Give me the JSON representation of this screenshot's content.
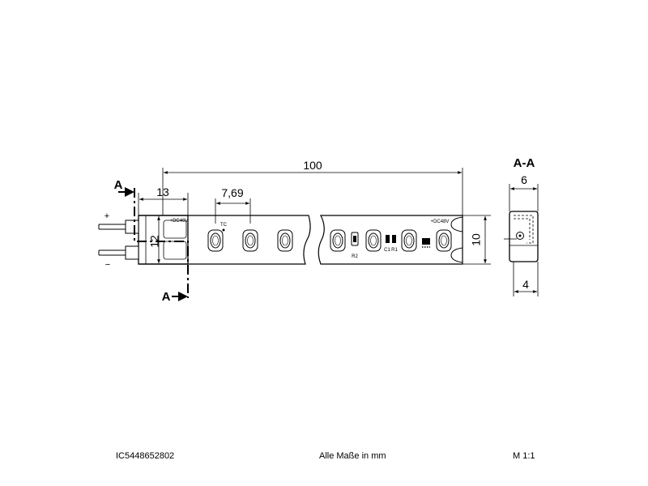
{
  "section": {
    "label": "A-A",
    "cut_letter": "A"
  },
  "dimensions": {
    "length": "100",
    "connector": "13",
    "pitch": "7,69",
    "connector_height": "12",
    "strip_width": "10",
    "section_width": "6",
    "section_height": "4"
  },
  "strip_labels": {
    "voltage_left": "+DC48V",
    "voltage_right": "+DC48V",
    "tc": "TC",
    "r2": "R2",
    "c1": "C1",
    "r1": "R1"
  },
  "wires": {
    "plus": "+",
    "minus": "−"
  },
  "footer": {
    "ref": "IC5448652802",
    "units": "Alle Maße in mm",
    "scale": "M 1:1"
  }
}
